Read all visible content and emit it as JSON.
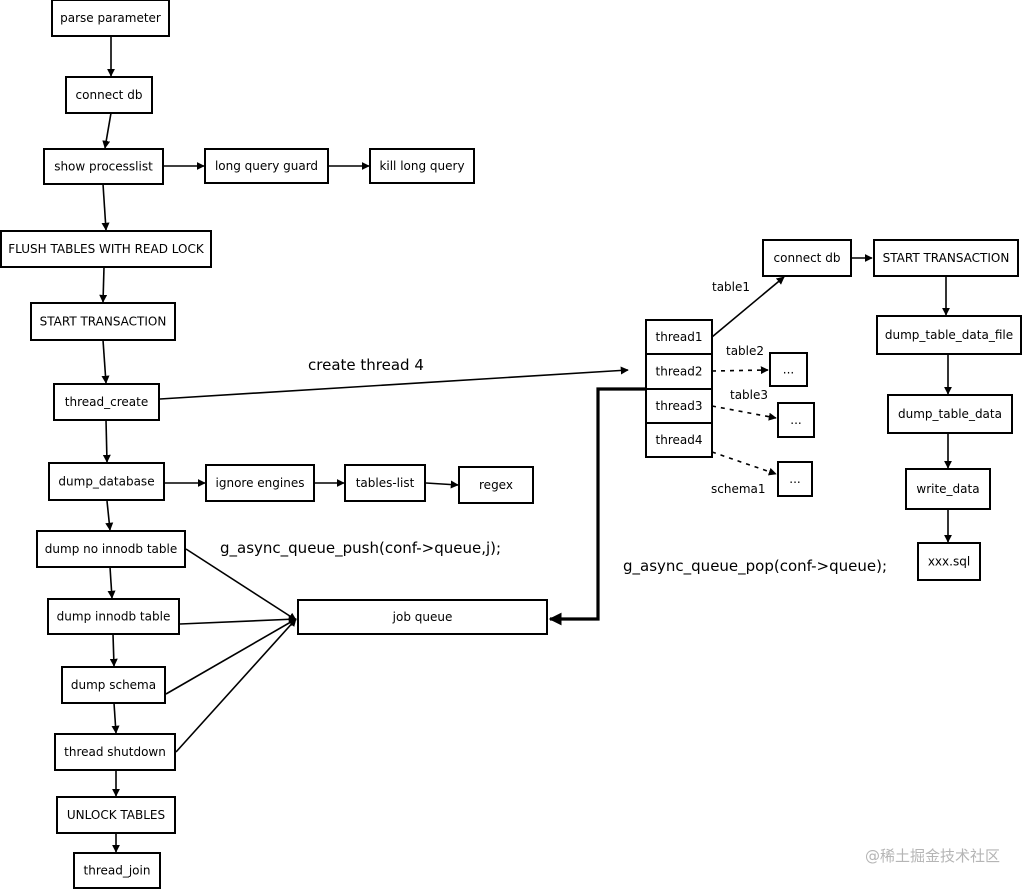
{
  "boxes": {
    "parse_parameter": "parse parameter",
    "connect_db_main": "connect db",
    "show_processlist": "show processlist",
    "long_query_guard": "long query guard",
    "kill_long_query": "kill long query",
    "flush_tables": "FLUSH TABLES WITH READ LOCK",
    "start_transaction_main": "START TRANSACTION",
    "thread_create": "thread_create",
    "dump_database": "dump_database",
    "ignore_engines": "ignore engines",
    "tables_list": "tables-list",
    "regex": "regex",
    "dump_no_innodb": "dump no innodb table",
    "dump_innodb": "dump innodb table",
    "dump_schema": "dump schema",
    "thread_shutdown": "thread shutdown",
    "unlock_tables": "UNLOCK TABLES",
    "thread_join": "thread_join",
    "job_queue": "job queue",
    "thread1": "thread1",
    "thread2": "thread2",
    "thread3": "thread3",
    "thread4": "thread4",
    "ellipsis2": "...",
    "ellipsis3": "...",
    "ellipsis4": "...",
    "connect_db_worker": "connect db",
    "start_transaction_worker": "START TRANSACTION",
    "dump_table_data_file": "dump_table_data_file",
    "dump_table_data": "dump_table_data",
    "write_data": "write_data",
    "xxx_sql": "xxx.sql"
  },
  "labels": {
    "create_thread": "create thread 4",
    "queue_push": "g_async_queue_push(conf->queue,j);",
    "queue_pop": "g_async_queue_pop(conf->queue);",
    "table1": "table1",
    "table2": "table2",
    "table3": "table3",
    "schema1": "schema1",
    "watermark": "@稀土掘金技术社区"
  }
}
